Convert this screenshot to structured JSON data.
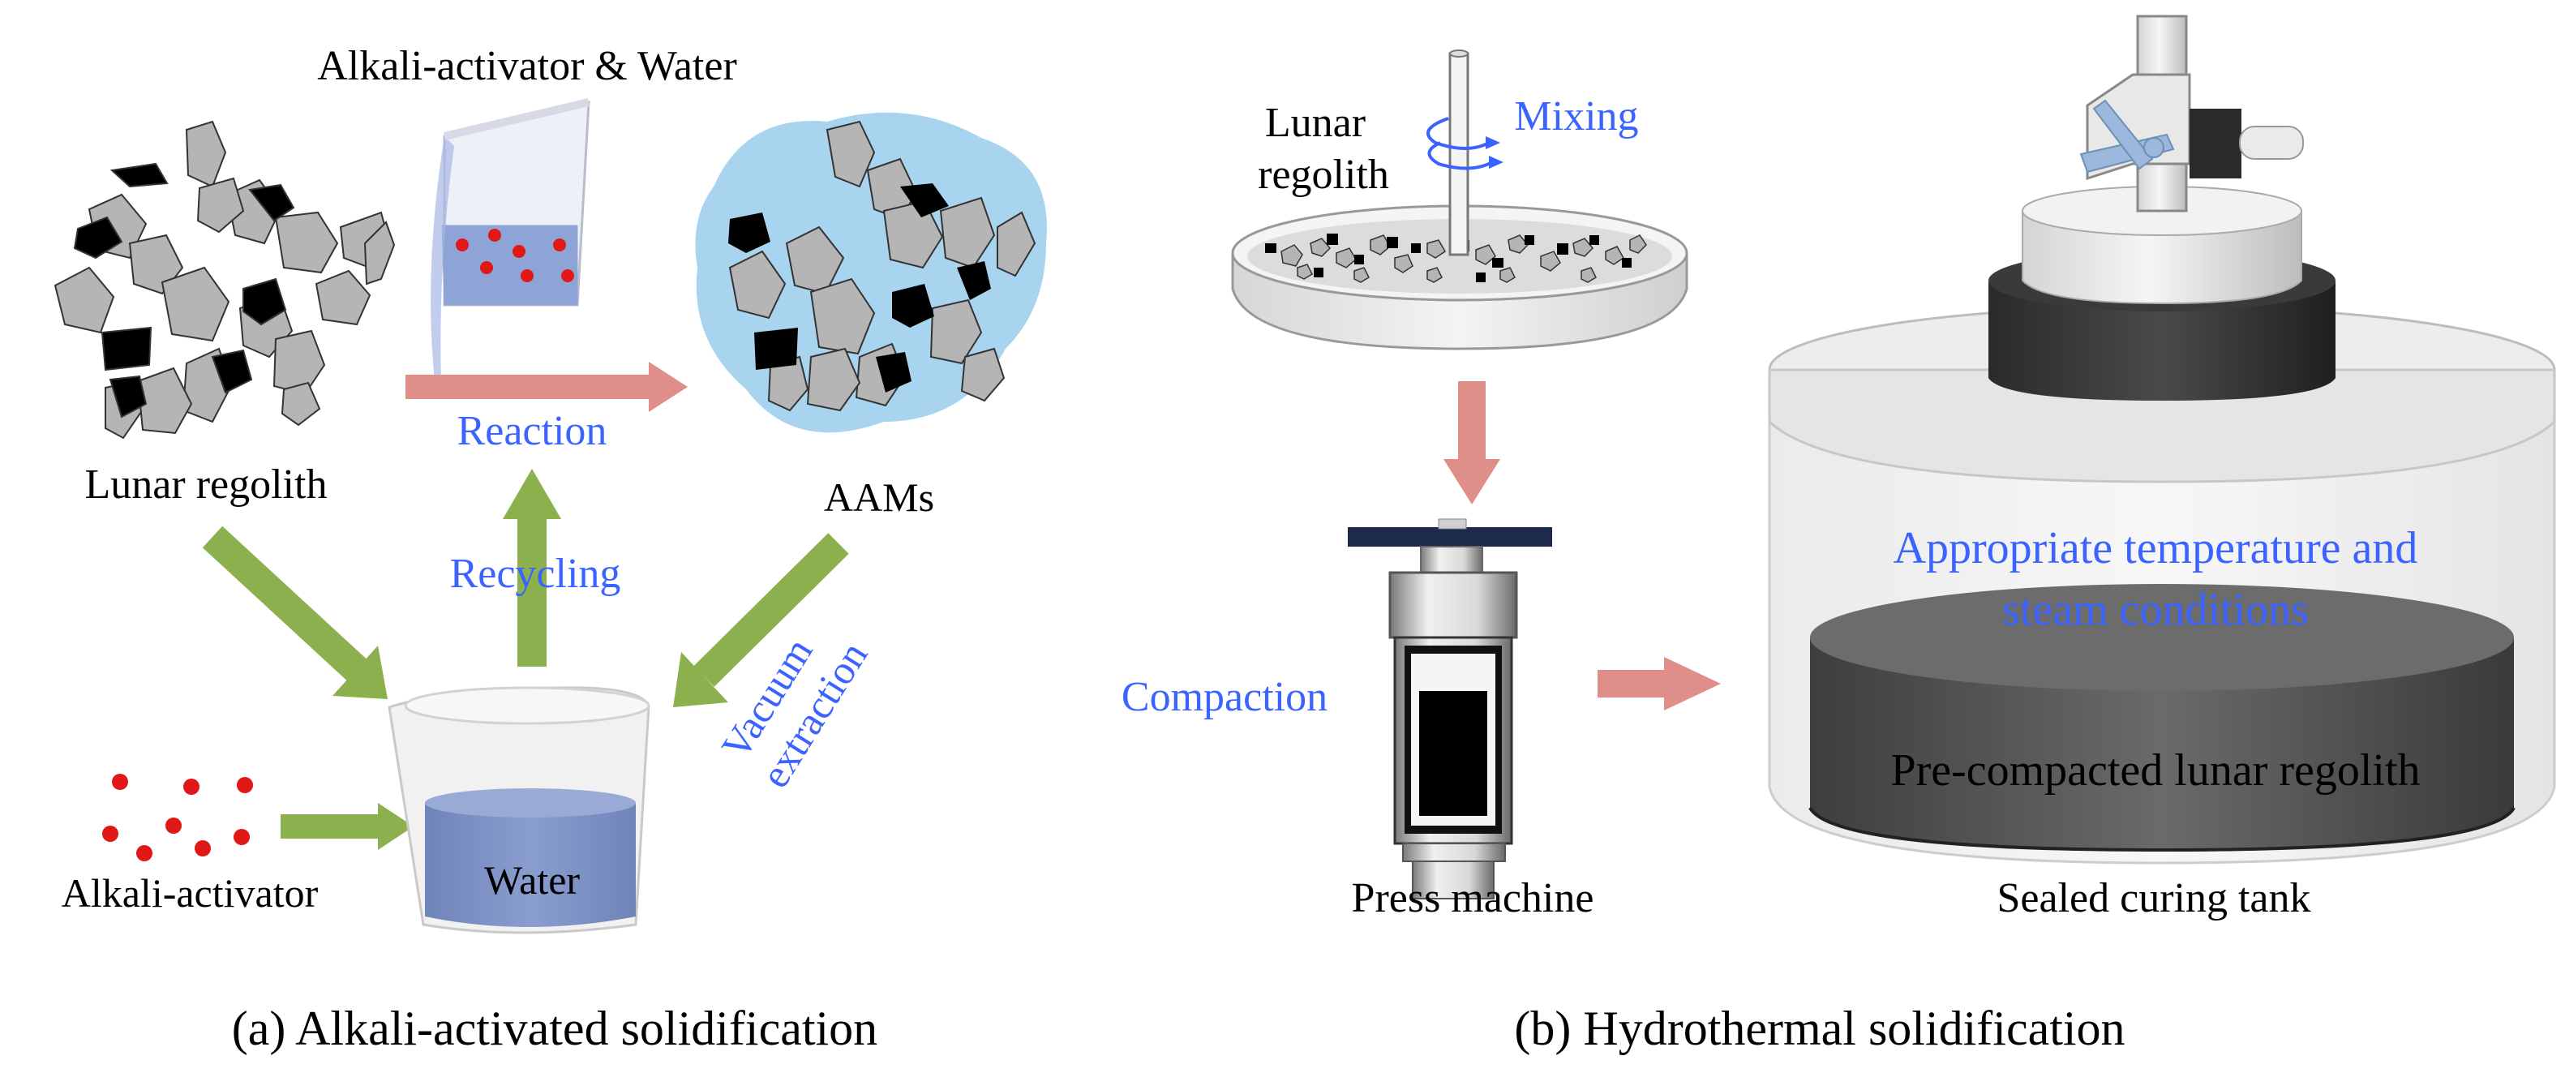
{
  "panel_a": {
    "caption": "(a) Alkali-activated solidification",
    "labels": {
      "alkali_water": "Alkali-activator & Water",
      "lunar_regolith": "Lunar regolith",
      "reaction": "Reaction",
      "aams": "AAMs",
      "recycling": "Recycling",
      "vacuum": "Vacuum",
      "extraction": "extraction",
      "alkali_activator": "Alkali-activator",
      "water": "Water"
    }
  },
  "panel_b": {
    "caption": "(b) Hydrothermal solidification",
    "labels": {
      "lunar": "Lunar",
      "regolith": "regolith",
      "mixing": "Mixing",
      "compaction": "Compaction",
      "press_machine": "Press machine",
      "tank_line1": "Appropriate temperature and",
      "tank_line2": "steam conditions",
      "pre_compacted": "Pre-compacted lunar regolith",
      "sealed_tank": "Sealed curing tank"
    }
  },
  "colors": {
    "accent_text": "#3b63ff",
    "green_arrow": "#8db04f",
    "red_arrow": "#e08e8a",
    "water": "#7f93c4",
    "rock_fill": "#b5b5b5",
    "particle_red": "#e01818",
    "slurry": "#a9d4ef"
  }
}
